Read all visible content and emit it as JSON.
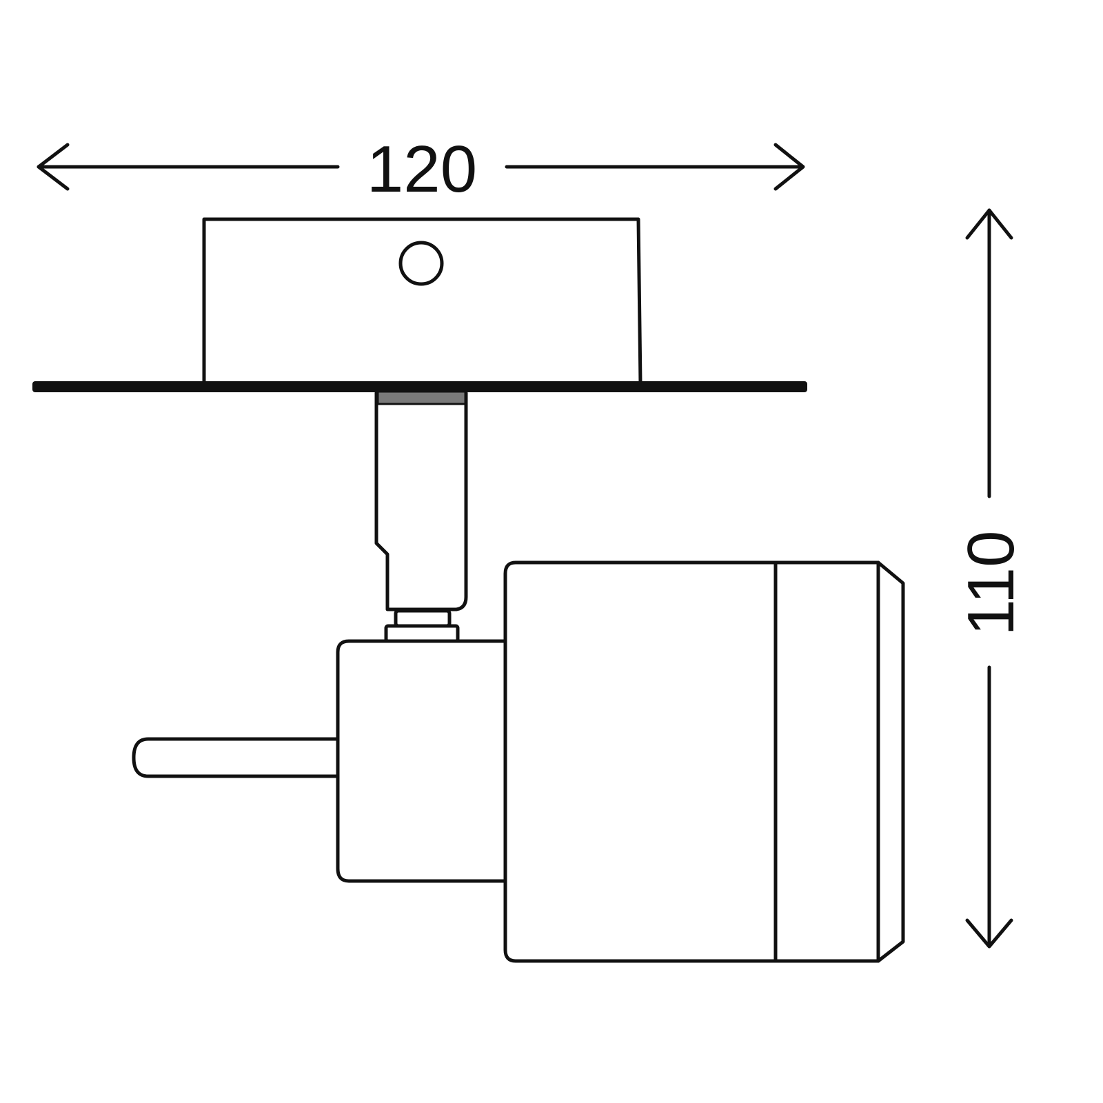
{
  "dimensions": {
    "width_value": "120",
    "height_value": "110"
  },
  "colors": {
    "line": "#111111",
    "background": "#ffffff"
  },
  "icons": {
    "arrow": "line-arrowhead"
  }
}
